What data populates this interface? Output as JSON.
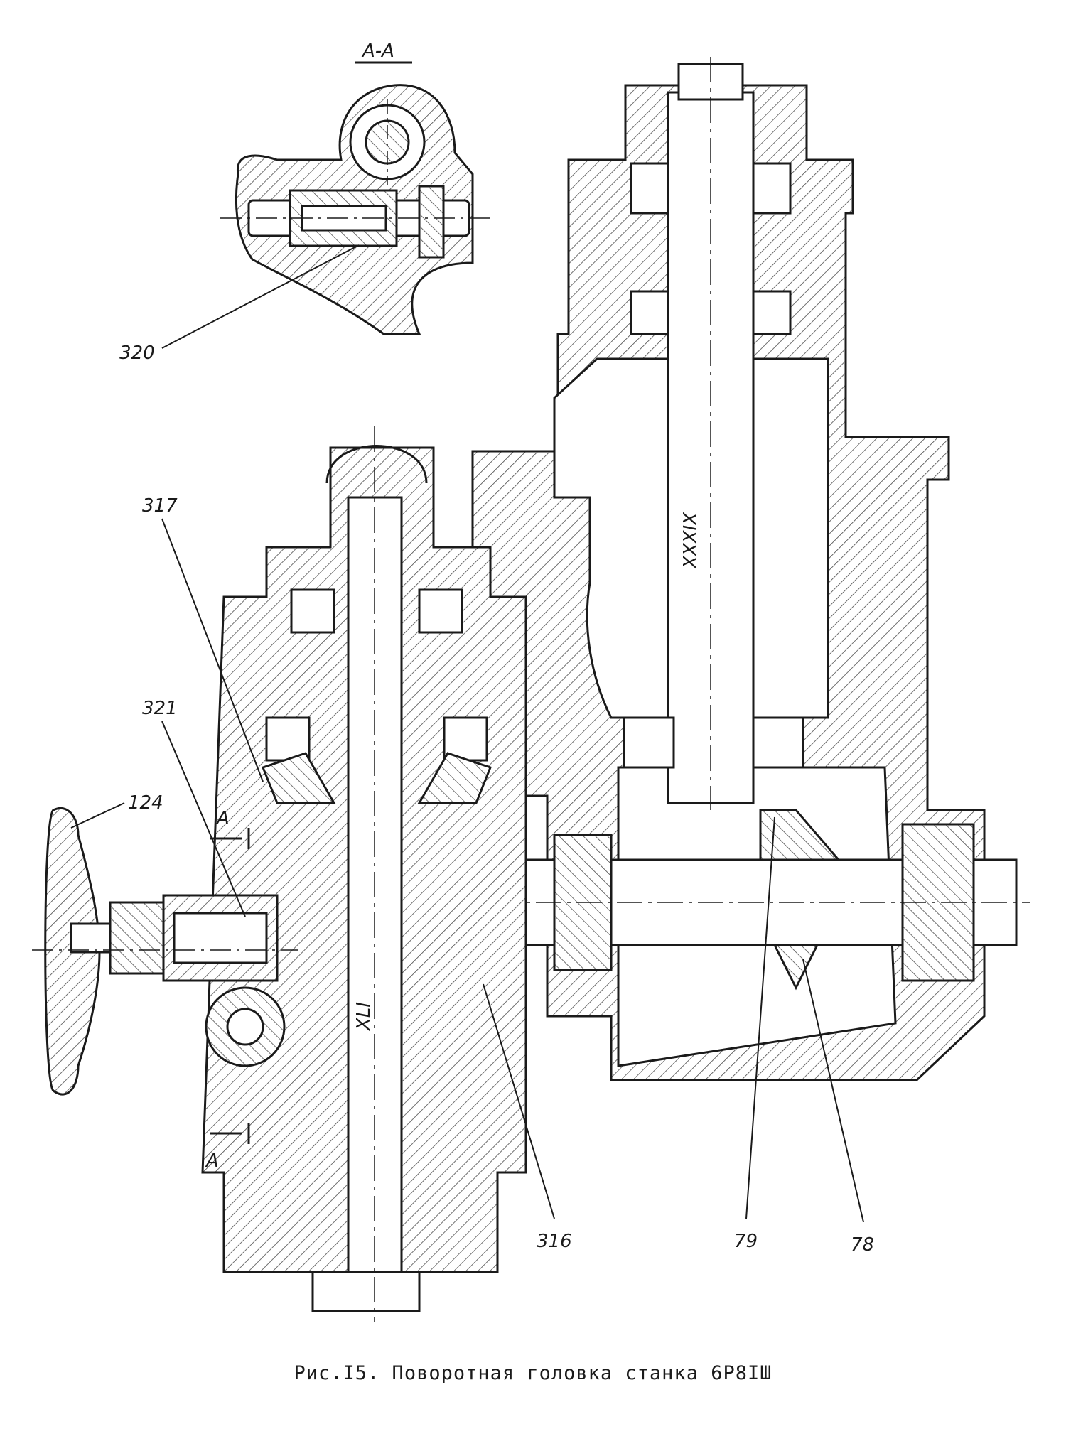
{
  "caption": "Рис.I5. Поворотная головка станка 6Р8IШ",
  "section": {
    "title": "А-А",
    "markers": [
      "А",
      "А"
    ]
  },
  "callouts": [
    "320",
    "317",
    "321",
    "124",
    "316",
    "79",
    "78"
  ],
  "shaft_labels": [
    "XXXIX",
    "XLI"
  ],
  "colors": {
    "ink": "#1a1a1a",
    "hatch": "#4a4a4a",
    "paper": "#ffffff"
  }
}
